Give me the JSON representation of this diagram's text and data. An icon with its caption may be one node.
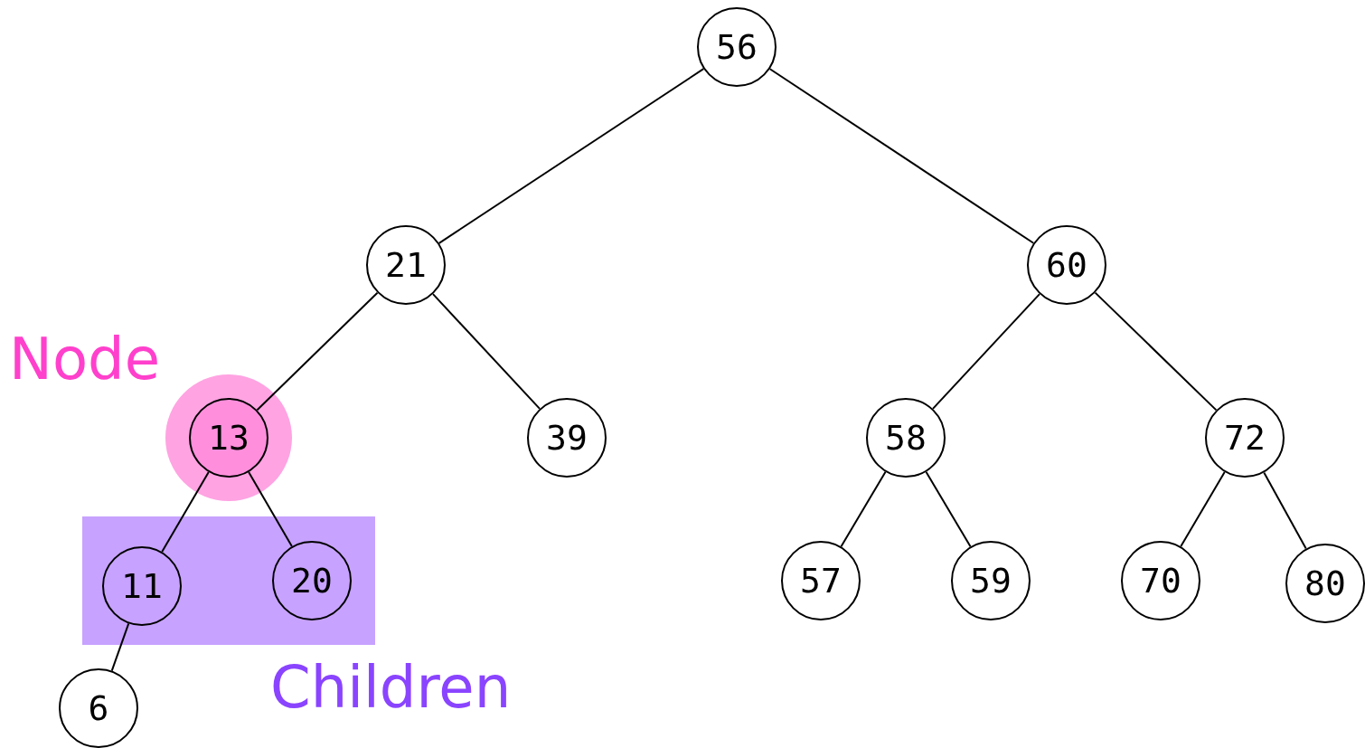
{
  "diagram": {
    "nodes": [
      {
        "text": [
          "56"
        ]
      },
      {
        "text": [
          "21"
        ]
      },
      {
        "text": [
          "60"
        ]
      },
      {
        "text": [
          "Node"
        ]
      },
      {
        "text": [
          "13"
        ],
        "in": 3
      },
      {
        "text": [
          "39"
        ]
      },
      {
        "text": [
          "58"
        ]
      },
      {
        "text": [
          "72"
        ]
      },
      {
        "text": [
          "Children"
        ]
      },
      {
        "text": [
          "11"
        ],
        "in": 8
      },
      {
        "text": [
          "20"
        ],
        "in": 8
      },
      {
        "text": [
          "57"
        ]
      },
      {
        "text": [
          "59"
        ]
      },
      {
        "text": [
          "70"
        ]
      },
      {
        "text": [
          "80"
        ]
      },
      {
        "text": [
          "6"
        ]
      }
    ],
    "edges": [
      {
        "from": 0,
        "to": 1,
        "arrow": "none"
      },
      {
        "from": 0,
        "to": 2,
        "arrow": "none"
      },
      {
        "from": 1,
        "to": 4,
        "arrow": "none"
      },
      {
        "from": 1,
        "to": 5,
        "arrow": "none"
      },
      {
        "from": 2,
        "to": 6,
        "arrow": "none"
      },
      {
        "from": 2,
        "to": 7,
        "arrow": "none"
      },
      {
        "from": 4,
        "to": 9,
        "arrow": "none"
      },
      {
        "from": 4,
        "to": 10,
        "arrow": "none"
      },
      {
        "from": 6,
        "to": 11,
        "arrow": "none"
      },
      {
        "from": 6,
        "to": 12,
        "arrow": "none"
      },
      {
        "from": 7,
        "to": 13,
        "arrow": "none"
      },
      {
        "from": 7,
        "to": 14,
        "arrow": "none"
      },
      {
        "from": 9,
        "to": 15,
        "arrow": "none"
      }
    ]
  }
}
